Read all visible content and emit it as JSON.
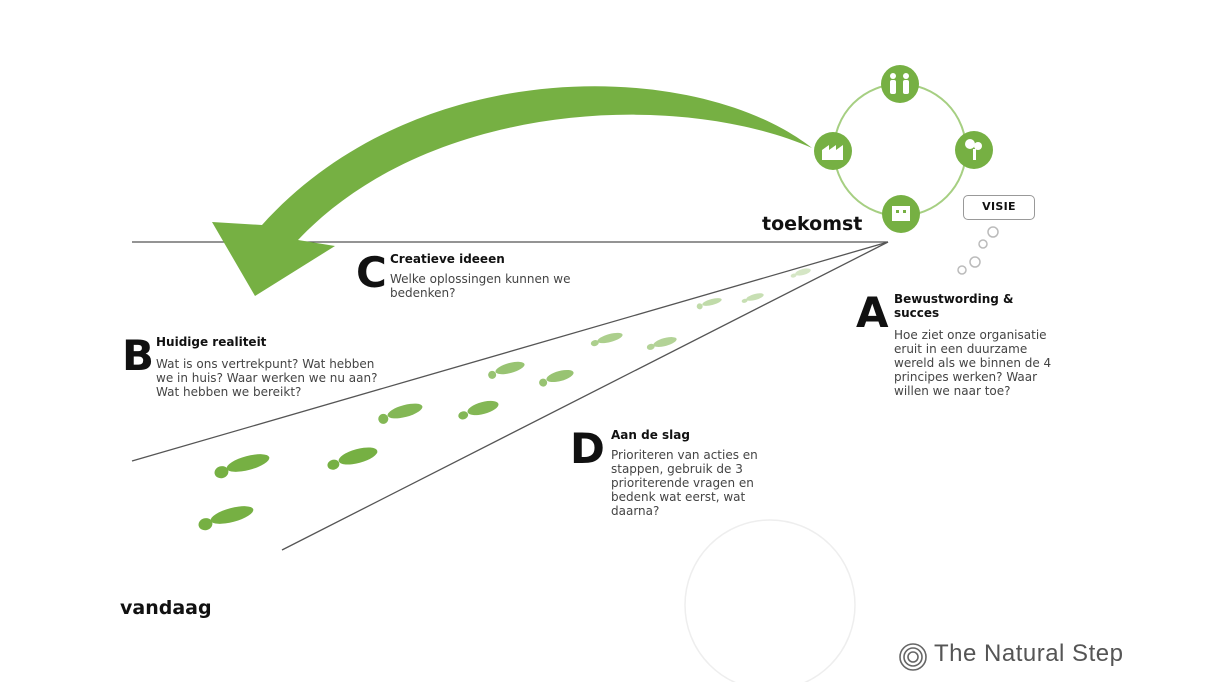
{
  "labels": {
    "future": "toekomst",
    "today": "vandaag",
    "vision": "VISIE"
  },
  "steps": [
    {
      "letter": "A",
      "title": "Bewustwording & succes",
      "body": "Hoe ziet onze organisatie eruit in een duurzame wereld als we binnen de 4 principes werken? Waar willen we naar toe?"
    },
    {
      "letter": "B",
      "title": "Huidige realiteit",
      "body": "Wat is ons vertrekpunt? Wat hebben we in huis? Waar werken we nu aan? Wat hebben we bereikt?"
    },
    {
      "letter": "C",
      "title": "Creatieve ideeen",
      "body": "Welke oplossingen kunnen we bedenken?"
    },
    {
      "letter": "D",
      "title": "Aan de slag",
      "body": "Prioriteren van acties en stappen, gebruik de 3 prioriterende vragen en bedenk wat eerst, wat daarna?"
    }
  ],
  "icons": [
    "family-icon",
    "tree-icon",
    "factory-icon",
    "building-icon"
  ],
  "brand": "The Natural Step",
  "colors": {
    "green": "#76b043",
    "line": "#555555"
  }
}
